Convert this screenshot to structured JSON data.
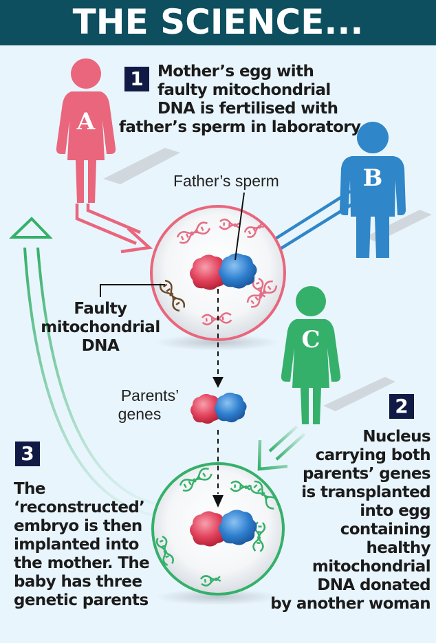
{
  "header": {
    "title": "THE SCIENCE..."
  },
  "people": [
    {
      "letter": "A",
      "color": "#e9667c"
    },
    {
      "letter": "B",
      "color": "#2f86c8"
    },
    {
      "letter": "C",
      "color": "#35b06a"
    }
  ],
  "steps": [
    {
      "number": "1",
      "lines": [
        "Mother’s egg with",
        "faulty mitochondrial",
        "DNA is fertilised with",
        "father’s sperm in laboratory"
      ]
    },
    {
      "number": "2",
      "lines": [
        "Nucleus",
        "carrying both",
        "parents’ genes",
        "is transplanted",
        "into egg",
        "containing",
        "healthy",
        "mitochondrial",
        "DNA donated",
        "by another woman"
      ]
    },
    {
      "number": "3",
      "lines": [
        "The",
        "‘reconstructed’",
        "embryo is then",
        "implanted into",
        "the mother. The",
        "baby has three",
        "genetic parents"
      ]
    }
  ],
  "labels": {
    "fathers_sperm": "Father’s sperm",
    "faulty_dna": [
      "Faulty",
      "mitochondrial",
      "DNA"
    ],
    "parents_genes": [
      "Parents’",
      "genes"
    ]
  },
  "colors": {
    "header_bg": "#0d4f5f",
    "background": "#e9f5fc",
    "badge_bg": "#101a44",
    "pink": "#e9667c",
    "blue": "#2f86c8",
    "green": "#35b06a"
  }
}
